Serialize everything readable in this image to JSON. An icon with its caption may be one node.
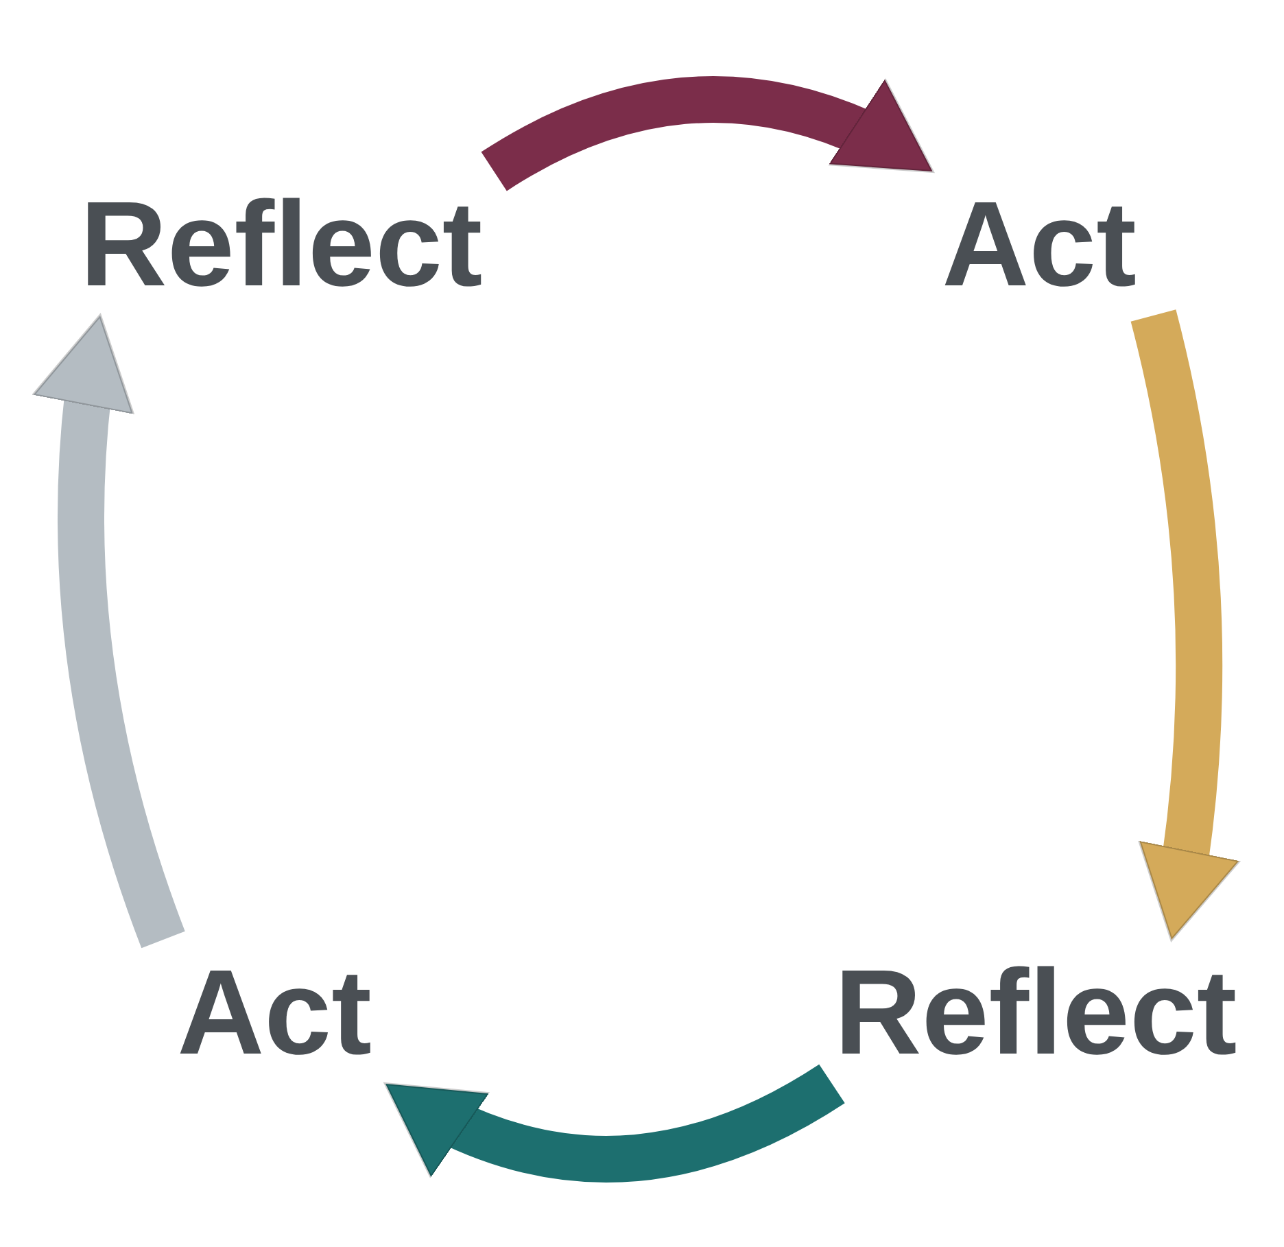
{
  "diagram": {
    "nodes": [
      {
        "text": [
          "Reflect"
        ]
      },
      {
        "text": [
          "Act"
        ]
      },
      {
        "text": [
          "Reflect"
        ]
      },
      {
        "text": [
          "Act"
        ]
      }
    ],
    "edges": [
      {
        "from": 0,
        "to": 1,
        "arrow": "to",
        "color": "#7b2d4a"
      },
      {
        "from": 1,
        "to": 2,
        "arrow": "to",
        "color": "#d4aa5a"
      },
      {
        "from": 2,
        "to": 3,
        "arrow": "to",
        "color": "#1d6f6f"
      },
      {
        "from": 3,
        "to": 0,
        "arrow": "to",
        "color": "#b4bcc2"
      }
    ]
  }
}
